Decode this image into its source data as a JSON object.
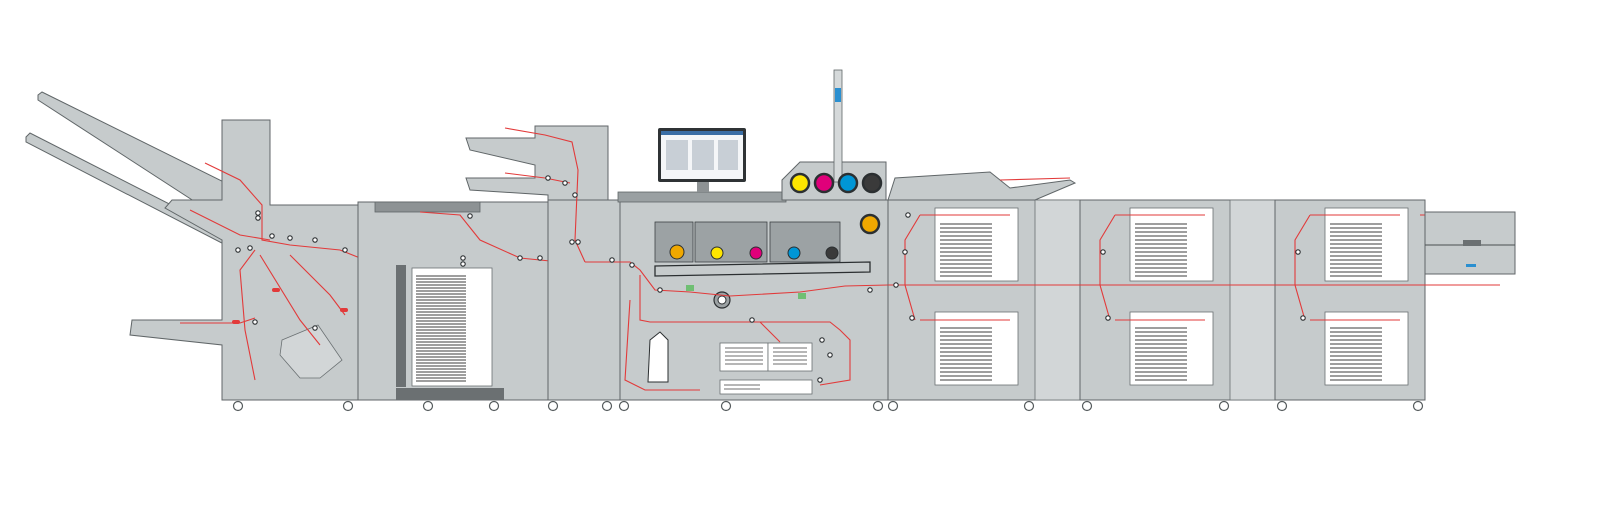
{
  "diagram": {
    "subject": "production-printing-line",
    "modules": [
      {
        "id": "finisher-trimmer",
        "kind": "finisher"
      },
      {
        "id": "stacker",
        "kind": "stacker"
      },
      {
        "id": "top-tray-unit",
        "kind": "output-trays"
      },
      {
        "id": "print-engine",
        "kind": "engine"
      },
      {
        "id": "feeder-1",
        "kind": "paper-feeder"
      },
      {
        "id": "feeder-2",
        "kind": "paper-feeder"
      },
      {
        "id": "feeder-3",
        "kind": "paper-feeder"
      },
      {
        "id": "inserter",
        "kind": "sheet-inserter"
      }
    ],
    "toner_colors": {
      "yellow": "#ffe600",
      "magenta": "#e0007a",
      "cyan": "#0096d6",
      "black": "#3a3a3a",
      "special": "#f0a800"
    },
    "paper_path_color": "#e23a3a",
    "body_color": "#c6cbcc",
    "status_light_color": "#2a8fd0",
    "monitor_icon": "monitor-icon"
  }
}
